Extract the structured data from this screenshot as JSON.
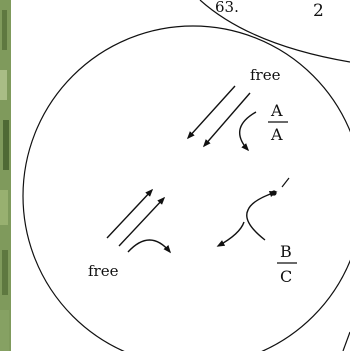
{
  "corner": {
    "partial_number": "63.",
    "number": "2"
  },
  "labels": {
    "free_top": "free",
    "free_bottom": "free"
  },
  "fractions": {
    "top": {
      "numerator": "A",
      "denominator": "A"
    },
    "bottom": {
      "numerator": "B",
      "denominator": "C"
    }
  },
  "colors": {
    "stroke": "#111111",
    "background": "#ffffff",
    "foliage": "#6f8a4e"
  }
}
